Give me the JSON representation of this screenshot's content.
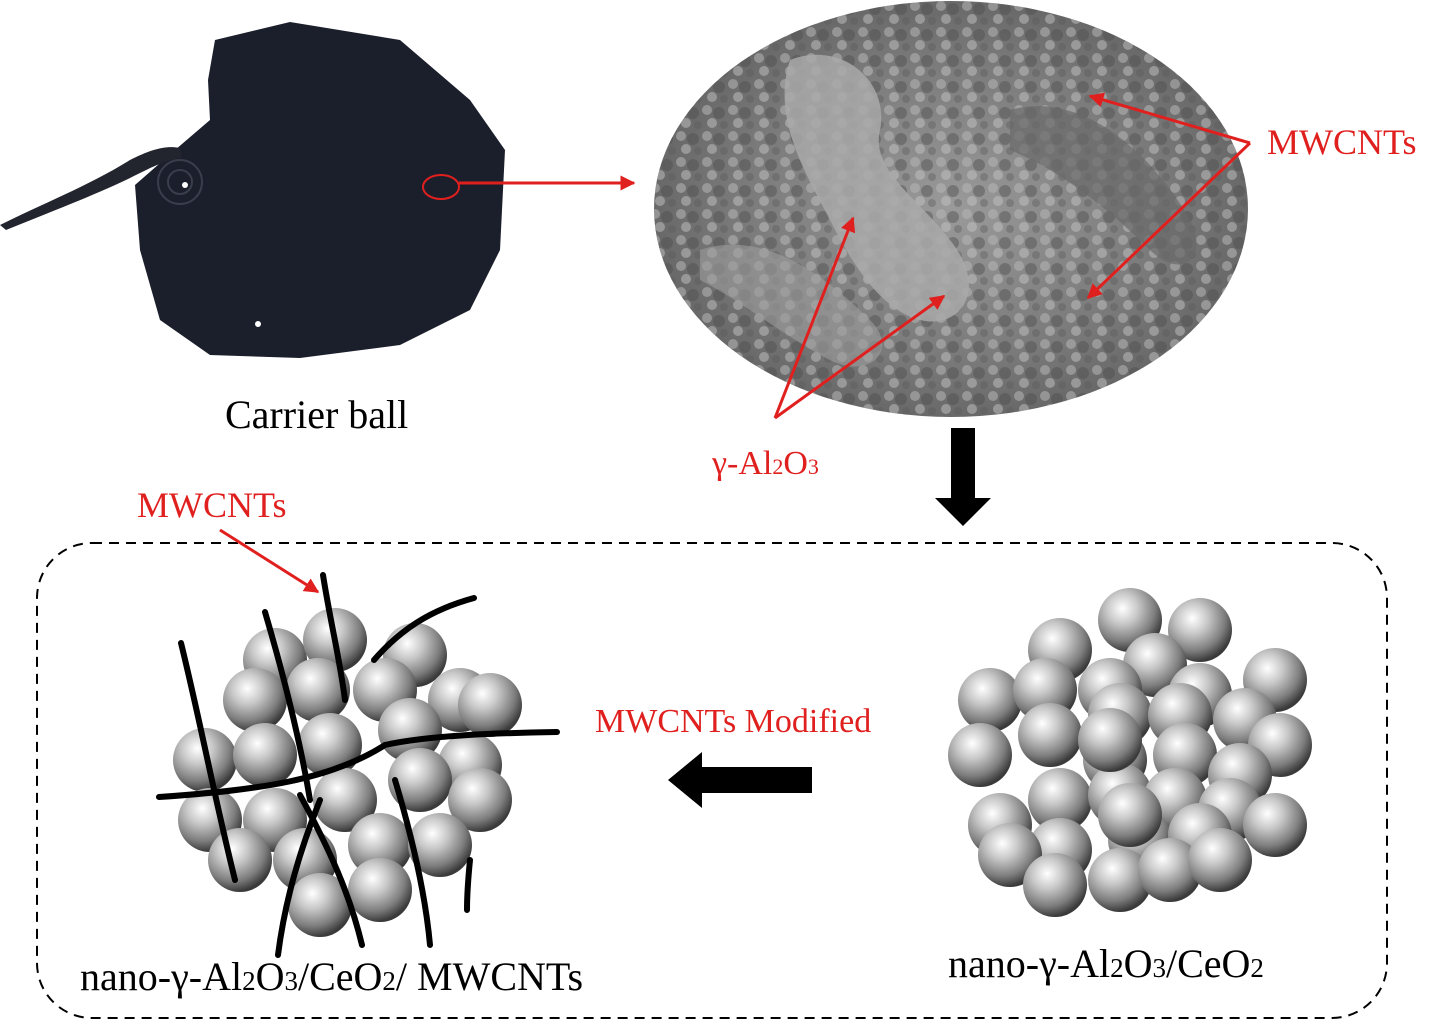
{
  "labels": {
    "carrier_ball": "Carrier ball",
    "mwcnts_top": "MWCNTs",
    "gamma_al2o3": {
      "pre": "γ-Al",
      "sub1": "2",
      "mid": "O",
      "sub2": "3"
    },
    "mwcnts_left": "MWCNTs",
    "modified": "MWCNTs Modified",
    "left_caption": {
      "pre": "nano-γ-Al",
      "sub1": "2",
      "mid1": "O",
      "sub2": "3",
      "mid2": "/CeO",
      "sub3": "2",
      "post": "/ MWCNTs"
    },
    "right_caption": {
      "pre": "nano-γ-Al",
      "sub1": "2",
      "mid1": "O",
      "sub2": "3",
      "mid2": "/CeO",
      "sub3": "2"
    }
  },
  "colors": {
    "annotation_red": "#e0201e",
    "arrow_black": "#000000",
    "carrier_ball_dark": "#1b1e2b",
    "sem_gray": "#8a8a8a"
  },
  "icons": {
    "arrow_down": "black-arrow-down-icon",
    "arrow_left": "black-arrow-left-icon"
  }
}
